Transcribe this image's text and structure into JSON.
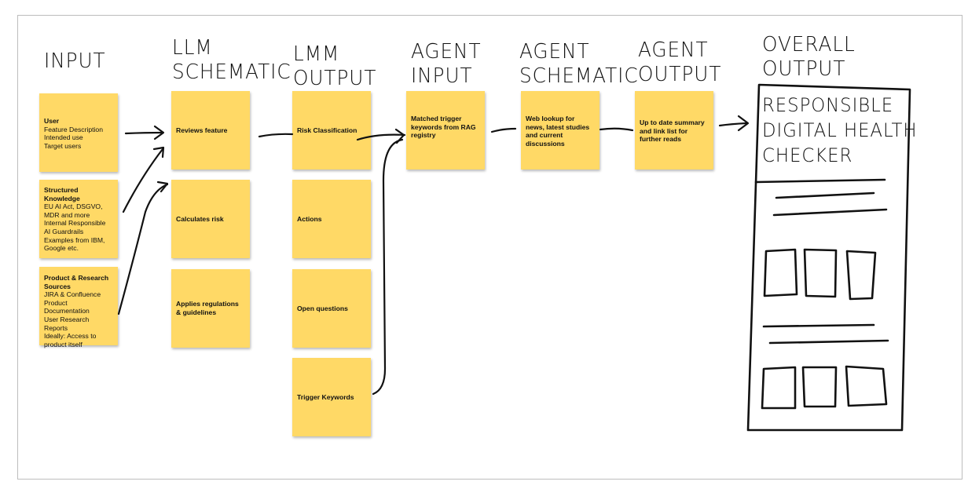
{
  "headings": {
    "input": "INPUT",
    "llm_schematic": "LLM\nSCHEMATIC",
    "lmm_output": "LMM\nOUTPUT",
    "agent_input": "AGENT\nINPUT",
    "agent_schematic": "AGENT\nSCHEMATIC",
    "agent_output": "AGENT\nOUTPUT",
    "overall_output": "OVERALL\nOUTPUT"
  },
  "notes": {
    "user": {
      "title": "User",
      "body": "Feature Description\nIntended use\nTarget users"
    },
    "structured_knowledge": {
      "title": "Structured Knowledge",
      "body": "EU AI Act, DSGVO, MDR and more\nInternal Responsible AI Guardrails\nExamples from IBM, Google etc."
    },
    "product_research": {
      "title": "Product & Research Sources",
      "body": "JIRA & Confluence Product Documentation\nUser Research Reports\nIdeally: Access to product itself"
    },
    "reviews_feature": {
      "title": "Reviews feature"
    },
    "calculates_risk": {
      "title": "Calculates risk"
    },
    "applies_regulations": {
      "title": "Applies regulations & guidelines"
    },
    "risk_classification": {
      "title": "Risk Classification"
    },
    "actions": {
      "title": "Actions"
    },
    "open_questions": {
      "title": "Open questions"
    },
    "trigger_keywords": {
      "title": "Trigger Keywords"
    },
    "matched_trigger": {
      "title": "Matched trigger keywords from RAG registry"
    },
    "web_lookup": {
      "title": "Web lookup for news, latest studies and current discussions"
    },
    "up_to_date": {
      "title": "Up to date summary and link list for further reads"
    }
  },
  "output_sketch": {
    "title": "RESPONSIBLE\nDIGITAL HEALTH\nCHECKER"
  }
}
